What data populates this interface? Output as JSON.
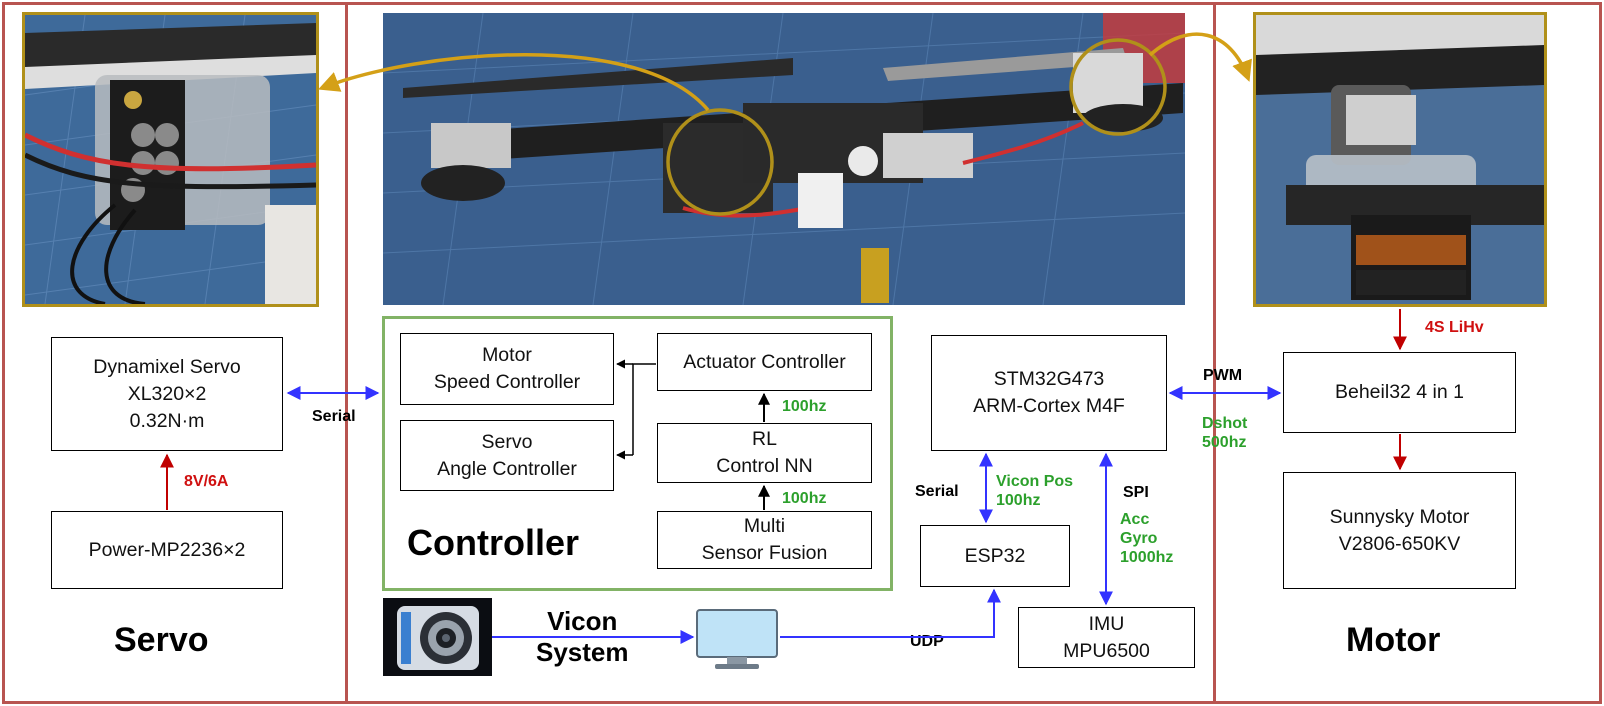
{
  "colors": {
    "panel_border": "#b85450",
    "photo_frame": "#b0901a",
    "controller_frame": "#82b366",
    "link_arrow": "#3333ff",
    "power_arrow": "#c00000",
    "flow_arrow": "#000000",
    "callout_arrow": "#d4a017",
    "label_green": "#2ca02c",
    "label_red": "#d01010"
  },
  "servo": {
    "title": "Servo",
    "servo_box": [
      "Dynamixel Servo",
      "XL320×2",
      "0.32N·m"
    ],
    "power_box": "Power-MP2236×2",
    "power_label": "8V/6A",
    "link_label": "Serial"
  },
  "controller": {
    "title": "Controller",
    "motor_speed": [
      "Motor",
      "Speed Controller"
    ],
    "servo_angle": [
      "Servo",
      "Angle Controller"
    ],
    "actuator": "Actuator Controller",
    "rl": [
      "RL",
      "Control NN"
    ],
    "fusion": [
      "Multi",
      "Sensor Fusion"
    ],
    "rate_top": "100hz",
    "rate_bottom": "100hz"
  },
  "hardware": {
    "mcu": [
      "STM32G473",
      "ARM-Cortex M4F"
    ],
    "esp": "ESP32",
    "imu": [
      "IMU",
      "MPU6500"
    ],
    "serial_label": "Serial",
    "vicon_pos": [
      "Vicon Pos",
      "100hz"
    ],
    "spi_label": "SPI",
    "imu_rates": [
      "Acc",
      "Gyro",
      "1000hz"
    ],
    "udp_label": "UDP",
    "vicon_system": [
      "Vicon",
      "System"
    ]
  },
  "motor": {
    "title": "Motor",
    "esc_box": "Beheil32 4 in 1",
    "motor_box": [
      "Sunnysky Motor",
      "V2806-650KV"
    ],
    "battery_label": "4S LiHv",
    "pwm_label": "PWM",
    "dshot": [
      "Dshot",
      "500hz"
    ]
  },
  "icons": {
    "camera": "vicon-camera-icon",
    "monitor": "monitor-icon"
  }
}
